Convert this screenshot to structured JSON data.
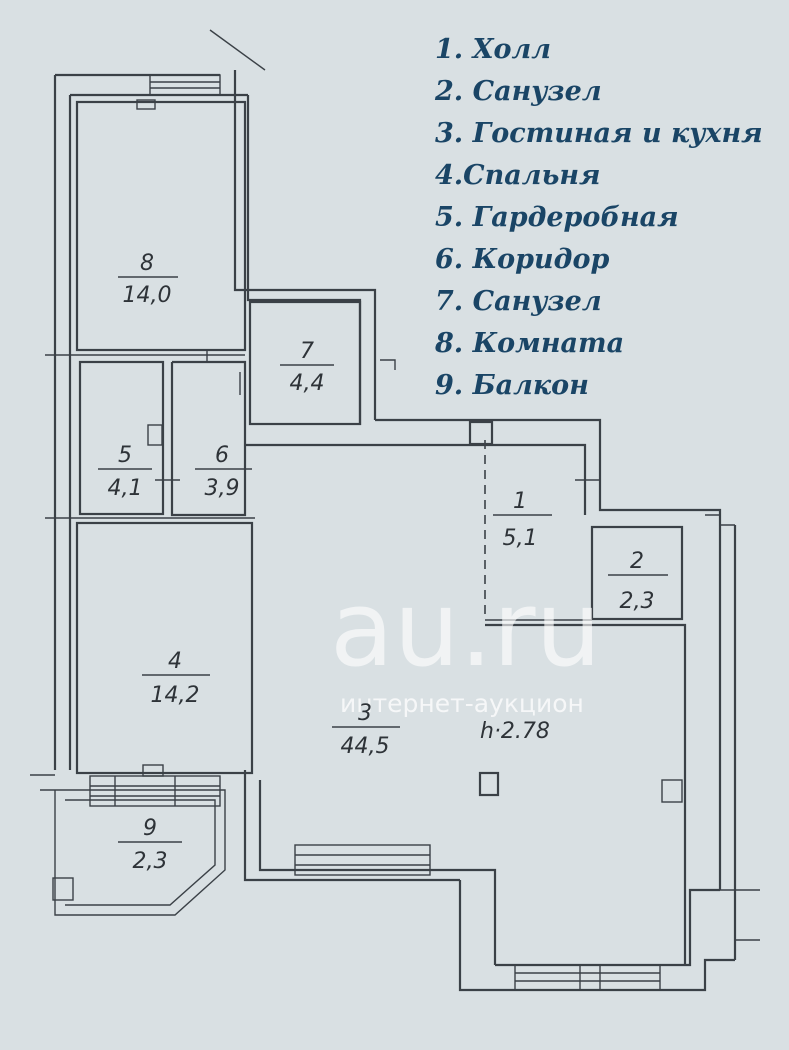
{
  "legend": [
    "1. Холл",
    "2. Санузел",
    "3. Гостиная и кухня",
    "4.Спальня",
    "5. Гардеробная",
    "6. Коридор",
    "7. Санузел",
    "8. Комната",
    "9. Балкон"
  ],
  "rooms": [
    {
      "num": "1",
      "area": "5,1"
    },
    {
      "num": "2",
      "area": "2,3"
    },
    {
      "num": "3",
      "area": "44,5"
    },
    {
      "num": "4",
      "area": "14,2"
    },
    {
      "num": "5",
      "area": "4,1"
    },
    {
      "num": "6",
      "area": "3,9"
    },
    {
      "num": "7",
      "area": "4,4"
    },
    {
      "num": "8",
      "area": "14,0"
    },
    {
      "num": "9",
      "area": "2,3"
    }
  ],
  "ceiling_height": "h·2.78",
  "watermark": {
    "main": "au.ru",
    "sub": "интернет-аукцион"
  },
  "colors": {
    "paper": "#d9e0e3",
    "lines": "#3b4147",
    "legend_text": "#1a4566"
  }
}
